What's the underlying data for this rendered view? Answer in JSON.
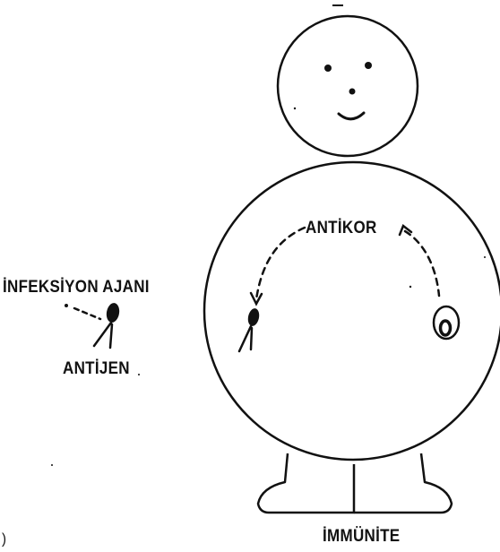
{
  "labels": {
    "antikor": "ANTİKOR",
    "infeksiyon_ajani": "İNFEKSİYON AJANI",
    "antijen": "ANTİJEN",
    "immunite": "İMMÜNİTE",
    "margin_mark": ")"
  },
  "colors": {
    "ink": "#111111",
    "background": "#ffffff"
  }
}
